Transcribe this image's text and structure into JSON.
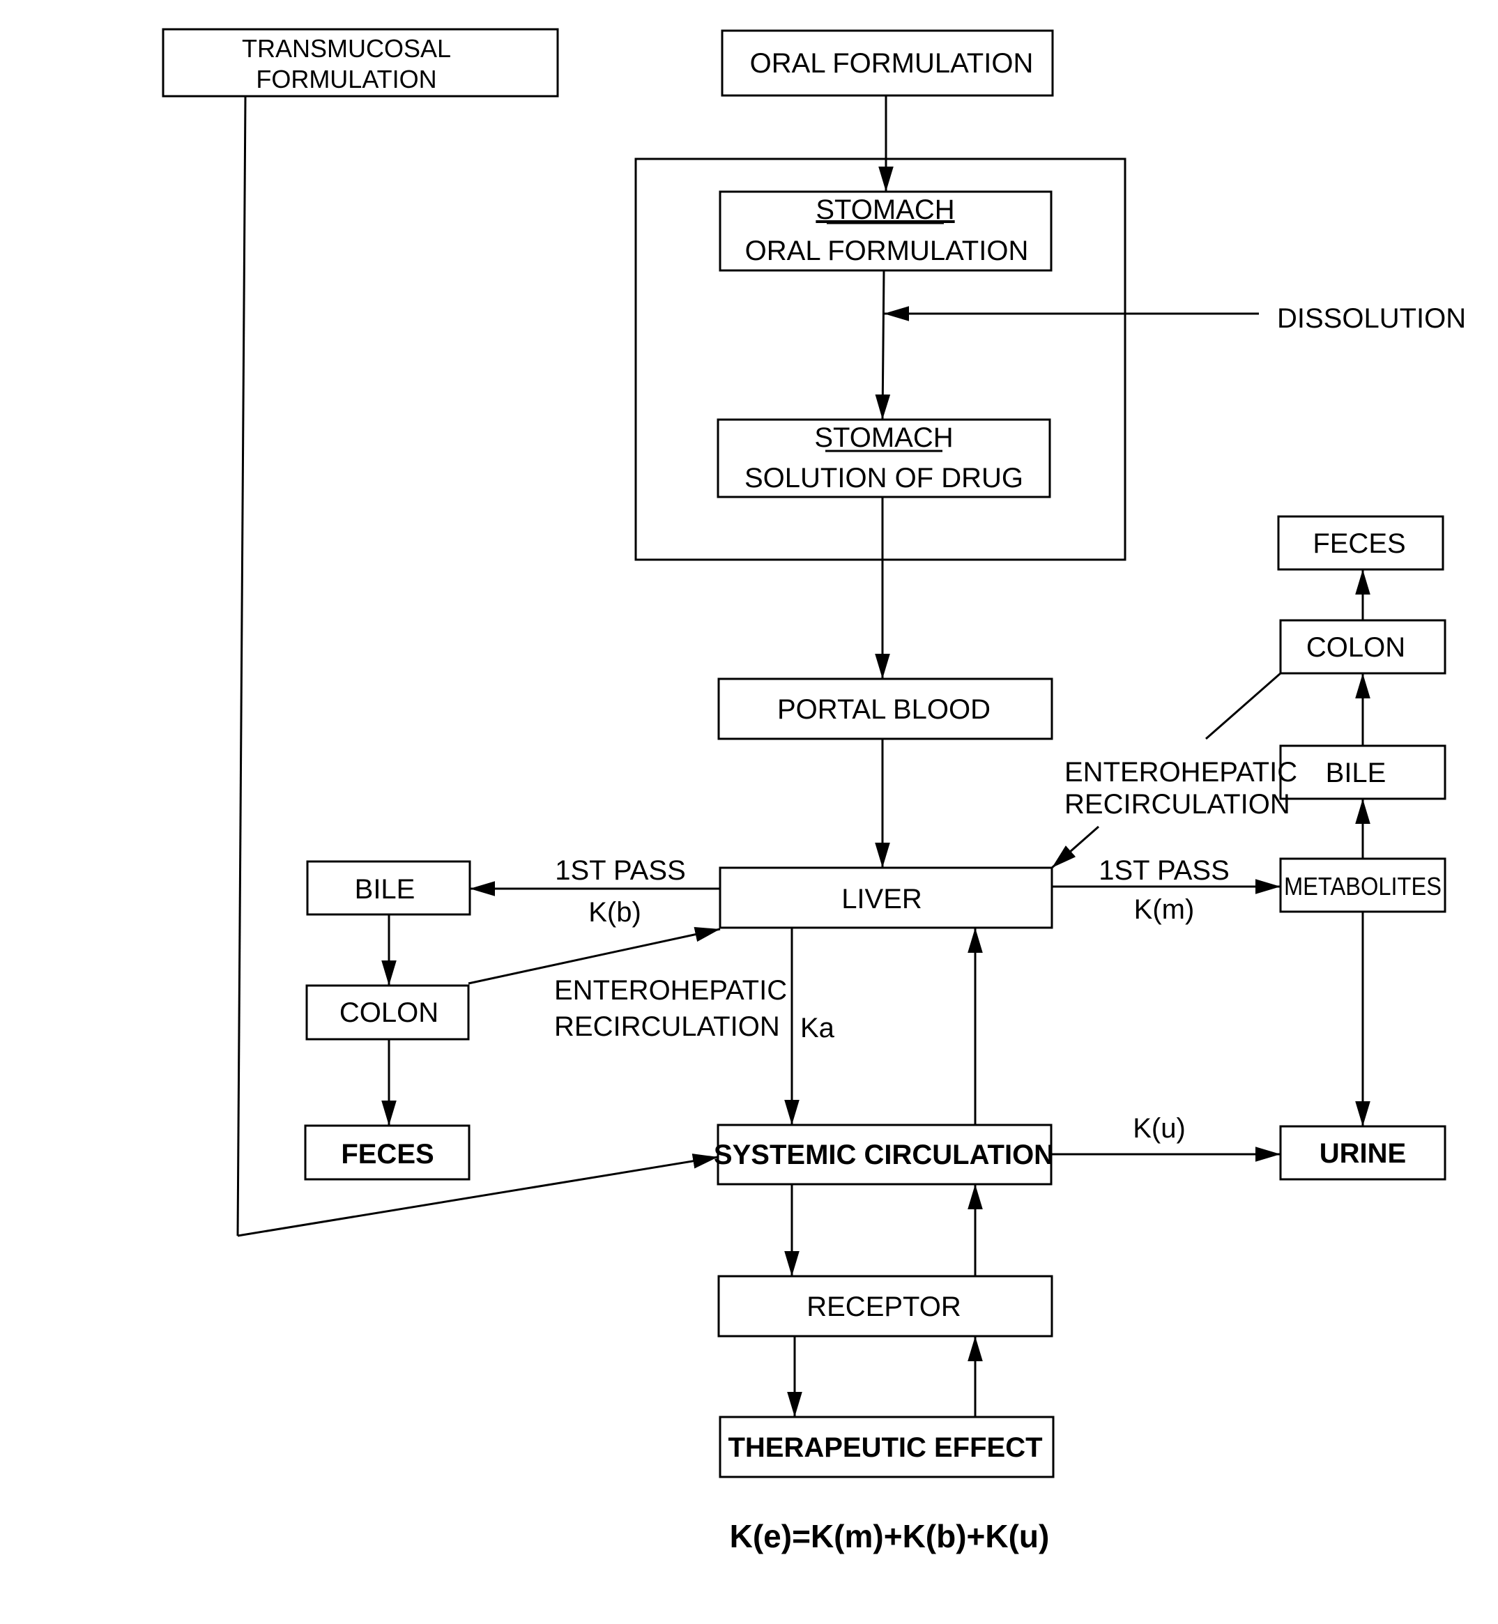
{
  "boxes": {
    "transmucosal_formulation": [
      "TRANSMUCOSAL",
      "FORMULATION"
    ],
    "oral_formulation": "ORAL FORMULATION",
    "stomach_oral": {
      "heading": "STOMACH",
      "text": "ORAL FORMULATION"
    },
    "stomach_solution": {
      "heading": "STOMACH",
      "text": "SOLUTION OF DRUG"
    },
    "portal_blood": "PORTAL BLOOD",
    "liver": "LIVER",
    "bile_left": "BILE",
    "colon_left": "COLON",
    "feces_left": "FECES",
    "systemic_circulation": "SYSTEMIC CIRCULATION",
    "receptor": "RECEPTOR",
    "therapeutic_effect": "THERAPEUTIC EFFECT",
    "metabolites": "METABOLITES",
    "bile_right": "BILE",
    "colon_right": "COLON",
    "feces_right": "FECES",
    "urine": "URINE"
  },
  "labels": {
    "dissolution": "DISSOLUTION",
    "first_pass_left": "1ST PASS",
    "kb": "K(b)",
    "first_pass_right": "1ST PASS",
    "km": "K(m)",
    "enterohepatic_left": [
      "ENTEROHEPATIC",
      "RECIRCULATION"
    ],
    "enterohepatic_right": [
      "ENTEROHEPATIC",
      "RECIRCULATION"
    ],
    "ka": "Ka",
    "ku": "K(u)"
  },
  "formula": "K(e)=K(m)+K(b)+K(u)"
}
